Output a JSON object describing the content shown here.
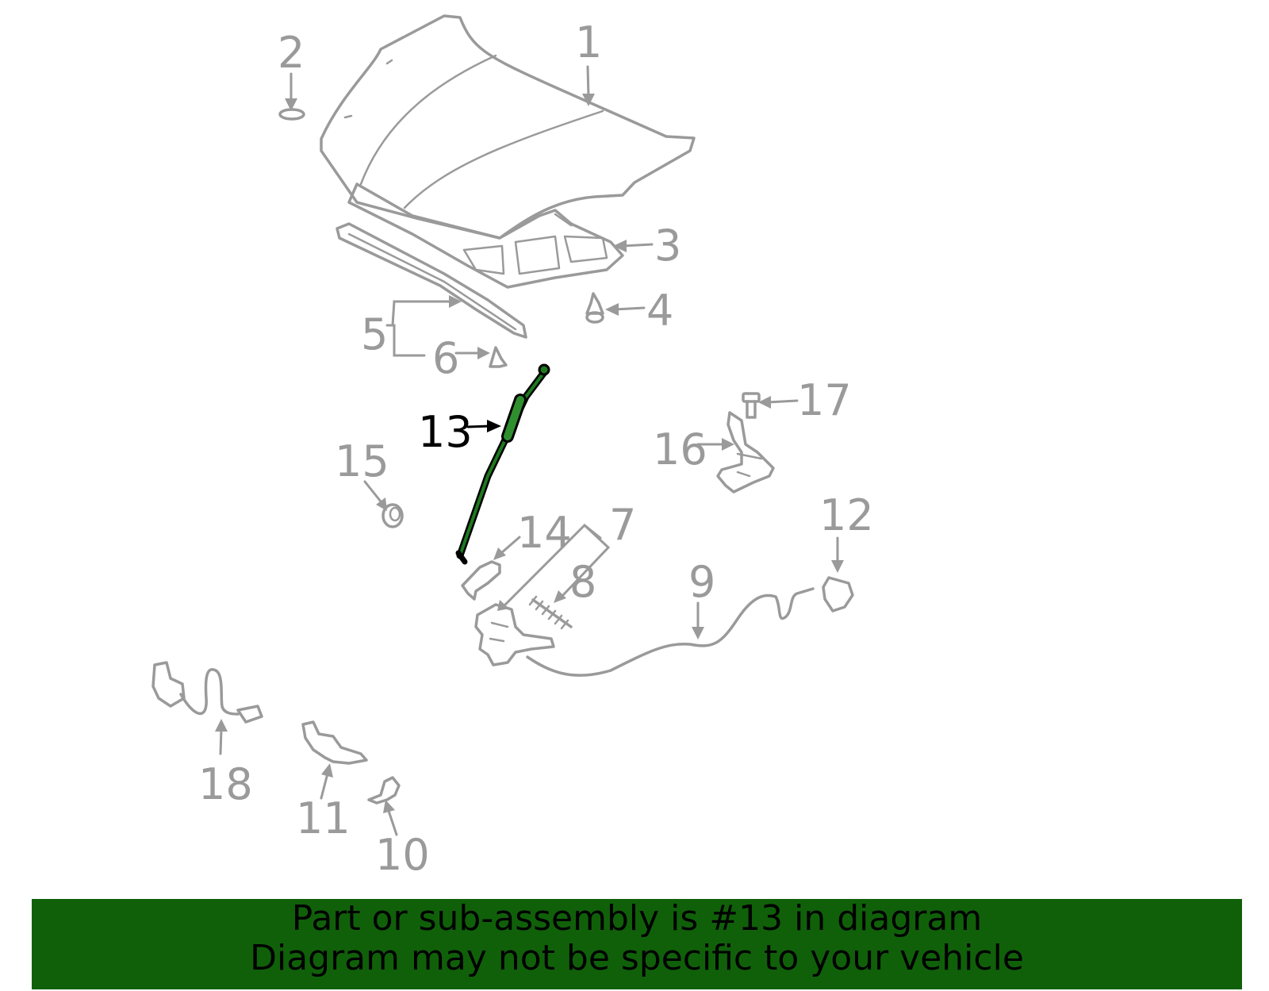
{
  "diagram": {
    "highlight_color": "#1e7a1e",
    "part_color": "#9a9a9a",
    "highlighted_part": "13",
    "callouts": [
      "1",
      "2",
      "3",
      "4",
      "5",
      "6",
      "7",
      "8",
      "9",
      "10",
      "11",
      "12",
      "13",
      "14",
      "15",
      "16",
      "17",
      "18"
    ]
  },
  "banner": {
    "line1": "Part or sub-assembly is #13 in diagram",
    "line2": "Diagram may not be specific to your vehicle",
    "background": "#10600a",
    "text_color": "#000000"
  }
}
